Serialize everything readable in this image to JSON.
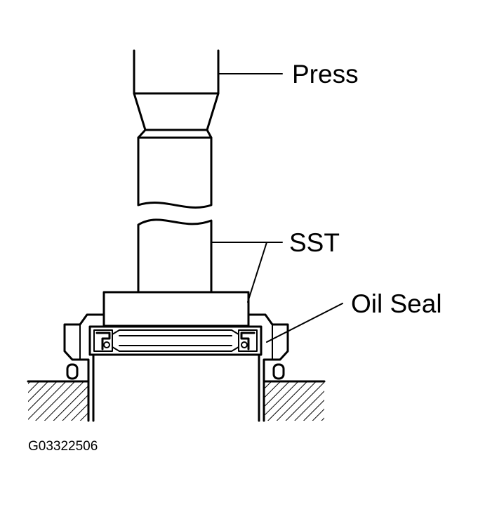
{
  "labels": {
    "press": "Press",
    "sst": "SST",
    "oil_seal": "Oil Seal",
    "figure_code": "G03322506"
  }
}
